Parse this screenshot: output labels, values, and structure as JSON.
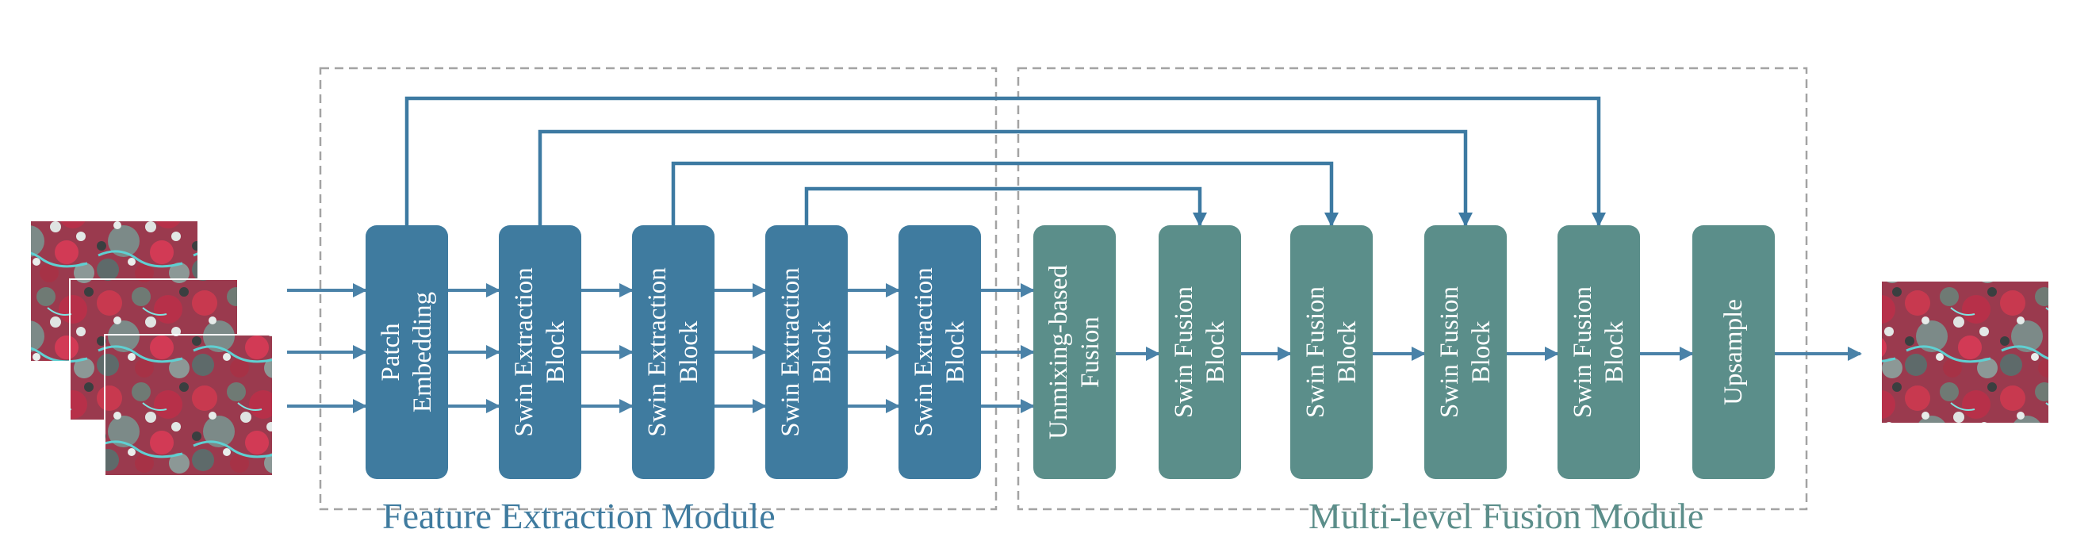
{
  "colors": {
    "extraction_block": "#3f7b9f",
    "fusion_block": "#5b8e8a",
    "arrow": "#4a82a8",
    "extraction_label": "#3f7b9f",
    "fusion_label": "#5b8e8a",
    "module_border": "#a3a3a3"
  },
  "images": {
    "inputs": [
      {
        "name": "input-image-1",
        "style": "false-color-satellite"
      },
      {
        "name": "input-image-2",
        "style": "false-color-satellite"
      },
      {
        "name": "input-image-3",
        "style": "false-color-satellite"
      }
    ],
    "output": {
      "name": "output-image",
      "style": "false-color-satellite"
    }
  },
  "modules": {
    "extraction": {
      "label": "Feature Extraction Module"
    },
    "fusion": {
      "label": "Multi-level Fusion Module"
    }
  },
  "blocks": [
    {
      "id": "patch-embedding",
      "lines": [
        "Patch",
        "Embedding"
      ],
      "kind": "extraction"
    },
    {
      "id": "swin-extraction-1",
      "lines": [
        "Swin Extraction",
        "Block"
      ],
      "kind": "extraction"
    },
    {
      "id": "swin-extraction-2",
      "lines": [
        "Swin Extraction",
        "Block"
      ],
      "kind": "extraction"
    },
    {
      "id": "swin-extraction-3",
      "lines": [
        "Swin Extraction",
        "Block"
      ],
      "kind": "extraction"
    },
    {
      "id": "swin-extraction-4",
      "lines": [
        "Swin Extraction",
        "Block"
      ],
      "kind": "extraction"
    },
    {
      "id": "unmixing-fusion",
      "lines": [
        "Unmixing-based",
        "Fusion"
      ],
      "kind": "fusion"
    },
    {
      "id": "swin-fusion-1",
      "lines": [
        "Swin Fusion",
        "Block"
      ],
      "kind": "fusion"
    },
    {
      "id": "swin-fusion-2",
      "lines": [
        "Swin Fusion",
        "Block"
      ],
      "kind": "fusion"
    },
    {
      "id": "swin-fusion-3",
      "lines": [
        "Swin Fusion",
        "Block"
      ],
      "kind": "fusion"
    },
    {
      "id": "swin-fusion-4",
      "lines": [
        "Swin Fusion",
        "Block"
      ],
      "kind": "fusion"
    },
    {
      "id": "upsample",
      "lines": [
        "Upsample"
      ],
      "kind": "fusion"
    }
  ],
  "skip_connections": [
    {
      "from": "patch-embedding",
      "to": "swin-fusion-4"
    },
    {
      "from": "swin-extraction-1",
      "to": "swin-fusion-3"
    },
    {
      "from": "swin-extraction-2",
      "to": "swin-fusion-2"
    },
    {
      "from": "swin-extraction-3",
      "to": "swin-fusion-1"
    }
  ]
}
